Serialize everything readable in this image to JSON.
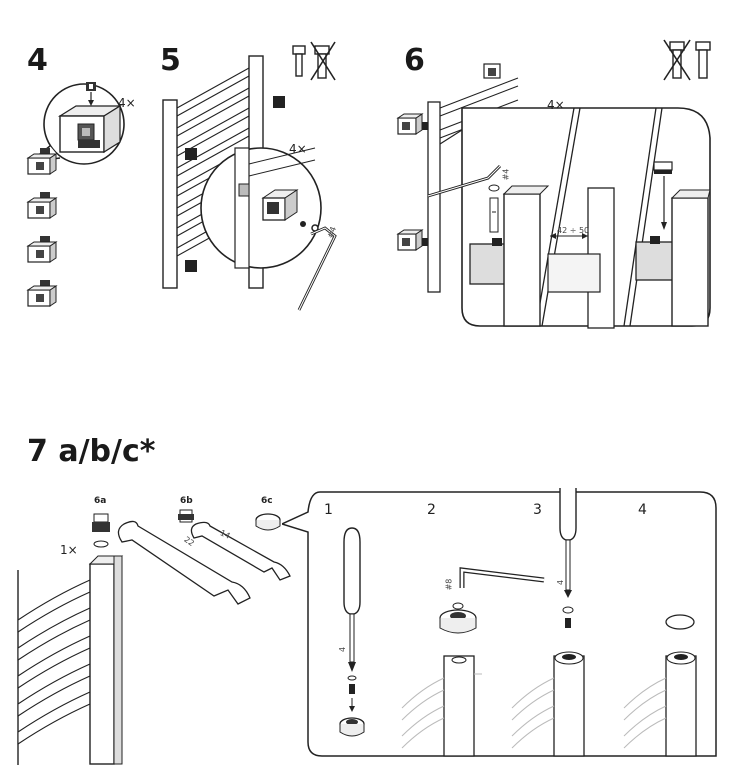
{
  "steps": {
    "s4": "4",
    "s5": "5",
    "s6": "6",
    "s7": "7 a/b/c*"
  },
  "step4": {
    "count": "4×"
  },
  "step5": {
    "count": "4×",
    "hex_key": "#4"
  },
  "step6": {
    "count": "4×",
    "hex_key": "#4",
    "gap": "42 ÷ 50"
  },
  "step7": {
    "count": "1×",
    "options": [
      "6a",
      "6b",
      "6c"
    ],
    "wrench_sizes": [
      "22",
      "14"
    ],
    "substeps": [
      "1",
      "2",
      "3",
      "4"
    ],
    "screwdriver_size": "4",
    "hex_key": "#8",
    "screwdriver_size_2": "4"
  },
  "icons": [
    "screw-allowed-icon",
    "screw-crossed-out-icon"
  ]
}
